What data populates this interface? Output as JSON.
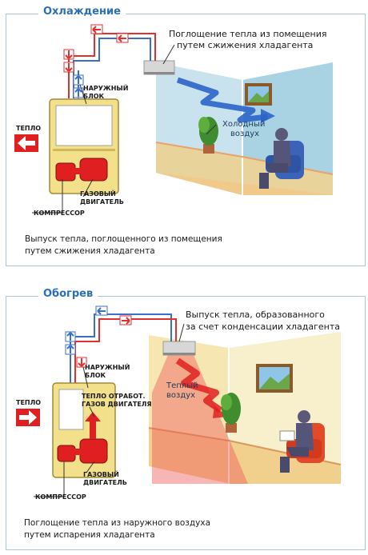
{
  "cooling": {
    "title": "Охлаждение",
    "top_caption_line1": "Поглощение тепла из помещения",
    "top_caption_line2": "путем сжижения хладагента",
    "outdoor_unit_line1": "НАРУЖНЫЙ",
    "outdoor_unit_line2": "БЛОК",
    "heat_label": "ТЕПЛО",
    "gas_engine_line1": "ГАЗОВЫЙ",
    "gas_engine_line2": "ДВИГАТЕЛЬ",
    "compressor": "КОМПРЕССОР",
    "air_line1": "Холодный",
    "air_line2": "воздух",
    "bottom_caption_line1": "Выпуск тепла, поглощенного из помещения",
    "bottom_caption_line2": "путем сжижения хладагента"
  },
  "heating": {
    "title": "Обогрев",
    "top_caption_line1": "Выпуск тепла, образованного",
    "top_caption_line2": "за счет конденсации хладагента",
    "outdoor_unit_line1": "НАРУЖНЫЙ",
    "outdoor_unit_line2": "БЛОК",
    "waste_heat_line1": "ТЕПЛО ОТРАБОТ.",
    "waste_heat_line2": "ГАЗОВ ДВИГАТЕЛЯ",
    "heat_label": "ТЕПЛО",
    "gas_engine_line1": "ГАЗОВЫЙ",
    "gas_engine_line2": "ДВИГАТЕЛЬ",
    "compressor": "КОМПРЕССОР",
    "air_line1": "Теплый",
    "air_line2": "воздух",
    "bottom_caption_line1": "Поглощение тепла из наружного воздуха",
    "bottom_caption_line2": "путем испарения хладагента"
  },
  "colors": {
    "frame": "#a9c6dc",
    "title": "#2a6fb3",
    "pipe_hot": "#e03030",
    "pipe_cold": "#3a6fc9",
    "unit_body": "#f3e08a",
    "cool_room": "#b9dbe8",
    "warm_room": "#f8e6a8",
    "arrow_red": "#e02020"
  }
}
